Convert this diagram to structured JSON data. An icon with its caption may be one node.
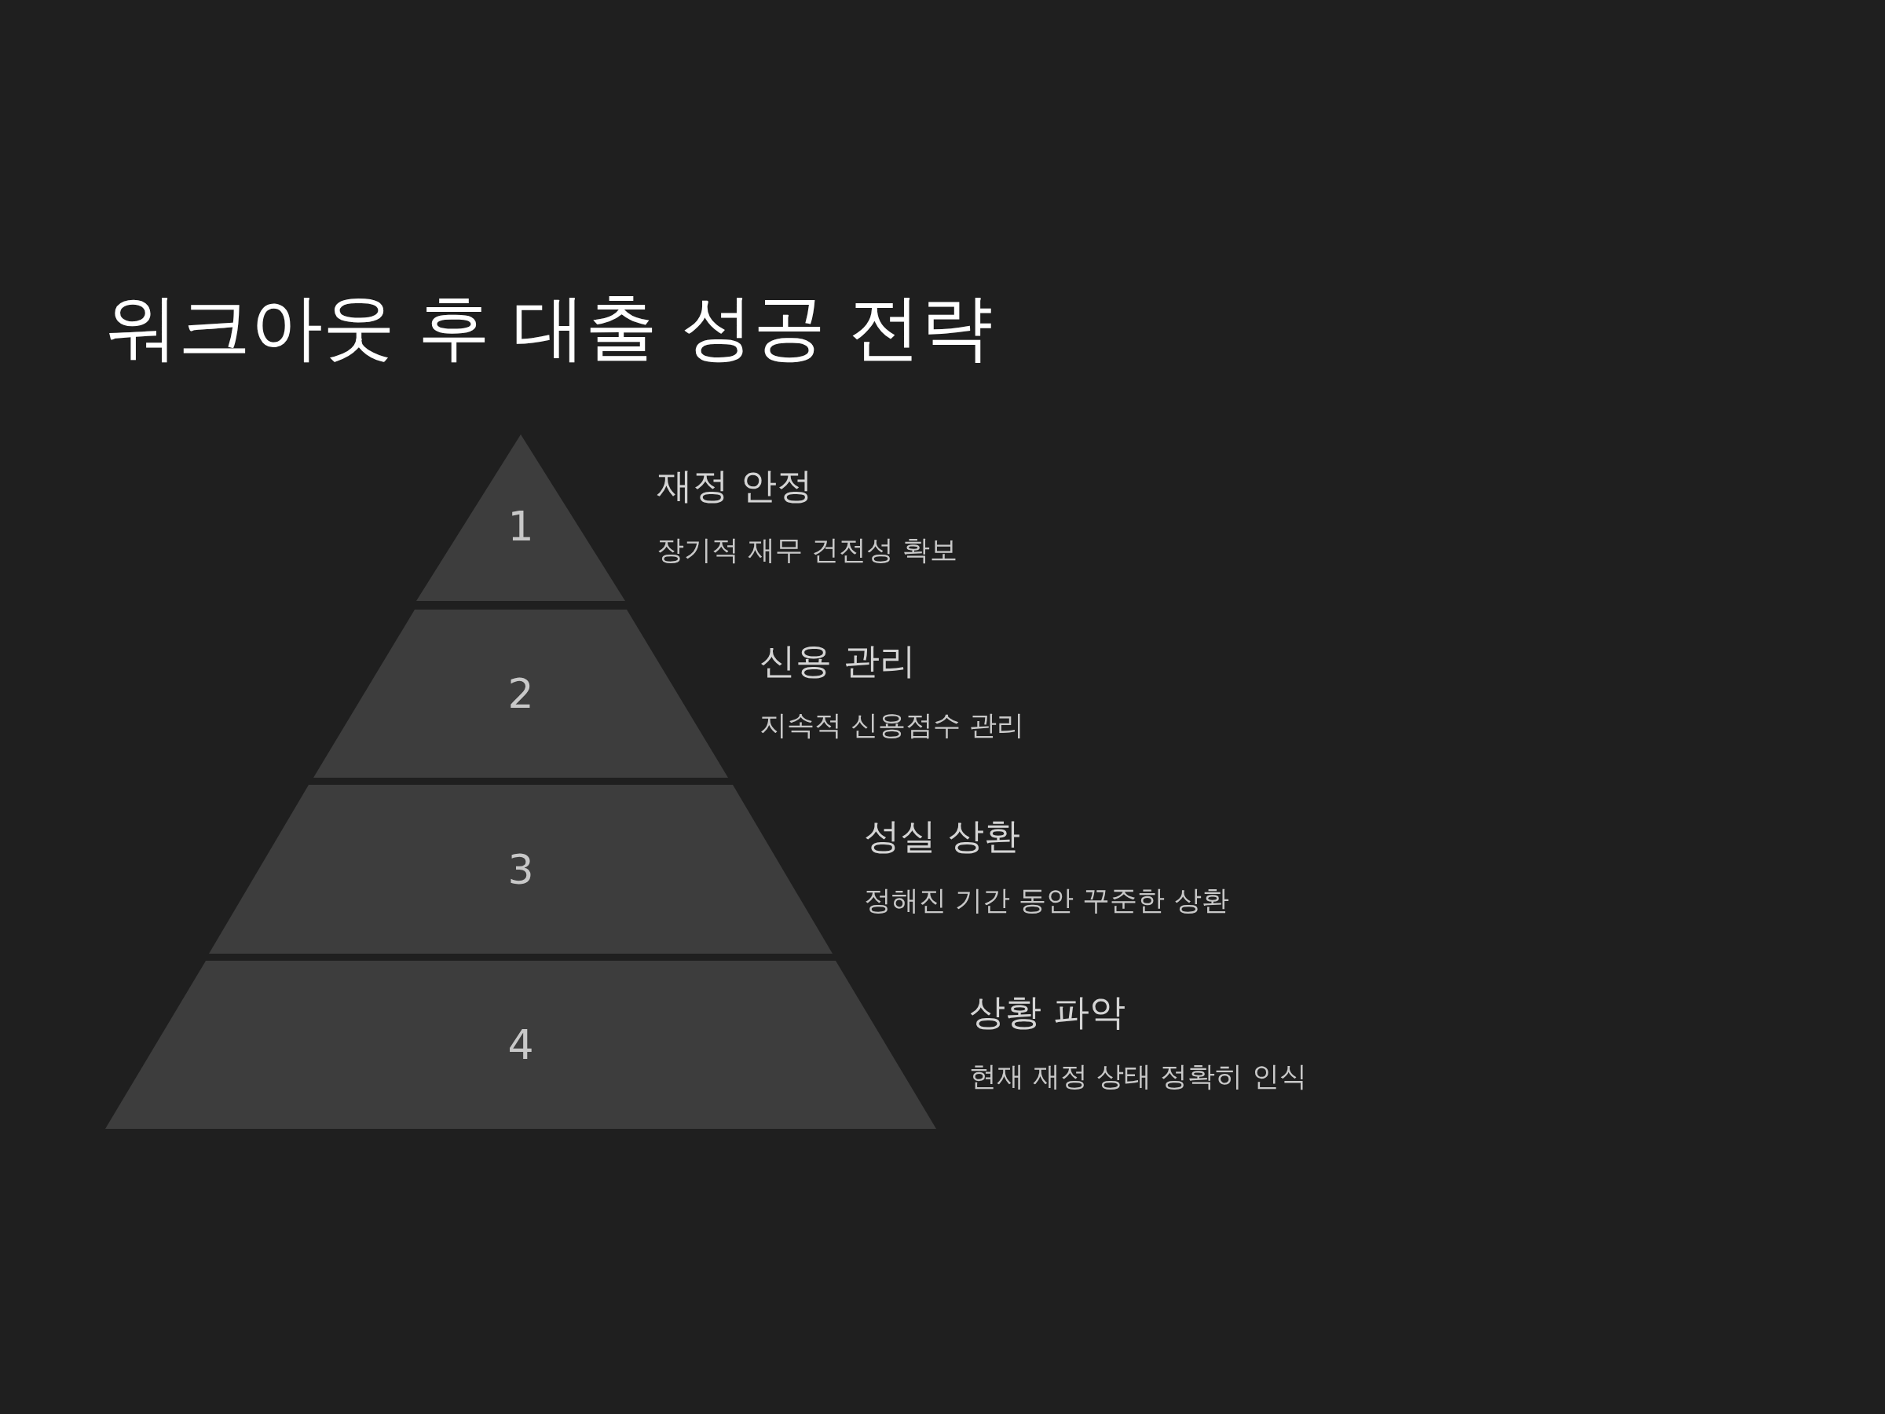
{
  "diagram": {
    "title": "워크아웃 후 대출 성공 전략",
    "nodes": [
      {
        "text": [
          "1"
        ],
        "beside": [
          "재정 안정",
          "장기적 재무 건전성 확보"
        ]
      },
      {
        "text": [
          "2"
        ],
        "beside": [
          "신용 관리",
          "지속적 신용점수 관리"
        ]
      },
      {
        "text": [
          "3"
        ],
        "beside": [
          "성실 상환",
          "정해진 기간 동안 꾸준한 상환"
        ]
      },
      {
        "text": [
          "4"
        ],
        "beside": [
          "상황 파악",
          "현재 재정 상태 정확히 인식"
        ]
      }
    ],
    "edges": []
  }
}
